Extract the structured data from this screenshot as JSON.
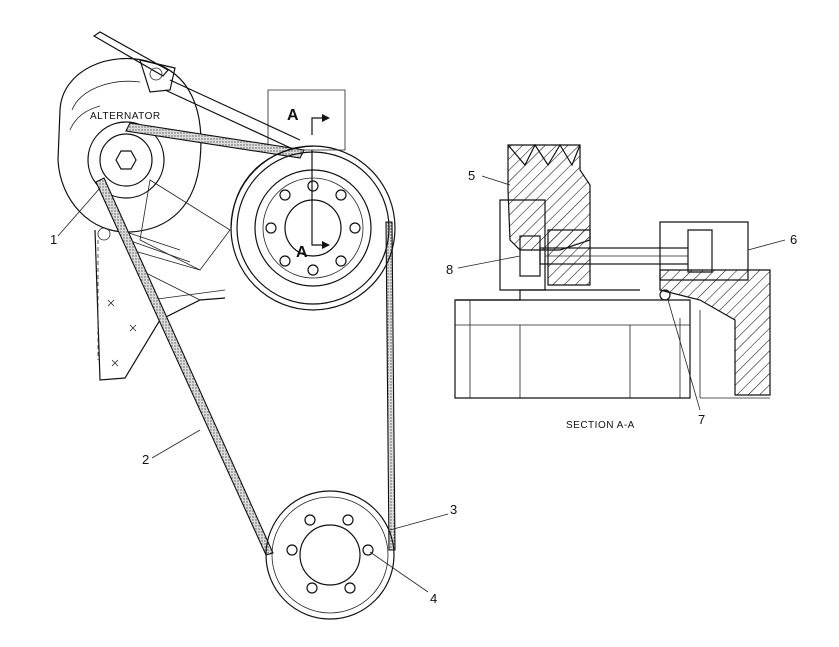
{
  "labels": {
    "alternator": "ALTERNATOR",
    "section_caption": "SECTION A-A",
    "section_letter_top": "A",
    "section_letter_bottom": "A"
  },
  "callouts": [
    {
      "id": "1",
      "text": "1"
    },
    {
      "id": "2",
      "text": "2"
    },
    {
      "id": "3",
      "text": "3"
    },
    {
      "id": "4",
      "text": "4"
    },
    {
      "id": "5",
      "text": "5"
    },
    {
      "id": "6",
      "text": "6"
    },
    {
      "id": "7",
      "text": "7"
    },
    {
      "id": "8",
      "text": "8"
    }
  ]
}
